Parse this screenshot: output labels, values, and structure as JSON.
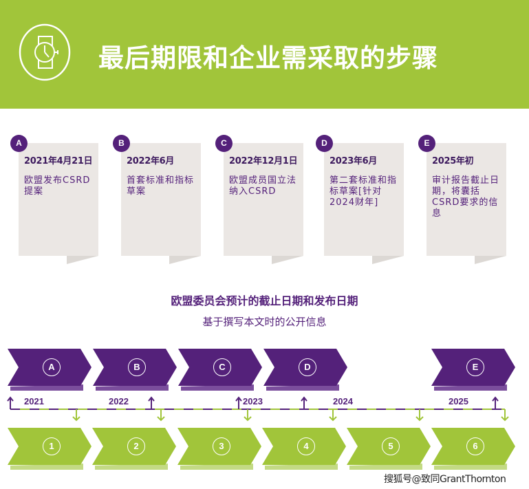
{
  "header": {
    "title": "最后期限和企业需采取的步骤",
    "icon": "watch-icon",
    "background_color": "#a1c53a"
  },
  "cards": [
    {
      "badge": "A",
      "date": "2021年4月21日",
      "description": "欧盟发布CSRD提案"
    },
    {
      "badge": "B",
      "date": "2022年6月",
      "description": "首套标准和指标草案"
    },
    {
      "badge": "C",
      "date": "2022年12月1日",
      "description": "欧盟成员国立法纳入CSRD"
    },
    {
      "badge": "D",
      "date": "2023年6月",
      "description": "第二套标准和指标草案[针对2024财年]"
    },
    {
      "badge": "E",
      "date": "2025年初",
      "description": "审计报告截止日期，将囊括CSRD要求的信息"
    }
  ],
  "timeline_section": {
    "title": "欧盟委员会预计的截止日期和发布日期",
    "subtitle": "基于撰写本文时的公开信息"
  },
  "milestones_top": [
    "A",
    "B",
    "C",
    "D",
    "E"
  ],
  "steps_bottom": [
    "1",
    "2",
    "3",
    "4",
    "5",
    "6"
  ],
  "years": [
    "2021",
    "2022",
    "2023",
    "2024",
    "2025"
  ],
  "colors": {
    "purple": "#54217a",
    "green": "#a1c53a",
    "card_bg": "#ebe7e4"
  },
  "watermark": "搜狐号@致同GrantThornton"
}
